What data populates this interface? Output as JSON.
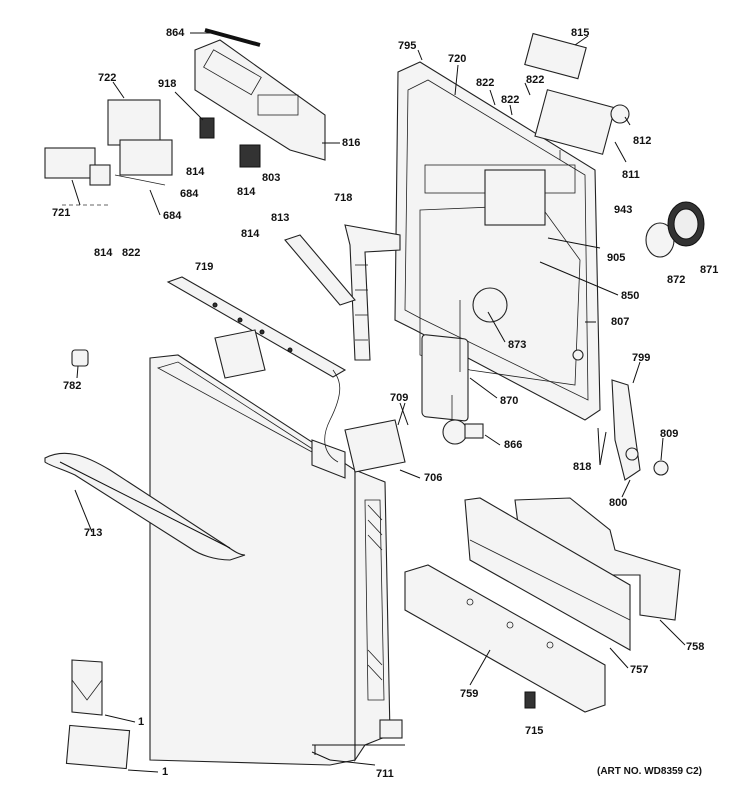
{
  "diagram": {
    "art_number": "(ART NO. WD8359 C2)",
    "labels": {
      "l864": "864",
      "l795": "795",
      "l815": "815",
      "l720": "720",
      "l722": "722",
      "l918": "918",
      "l822a": "822",
      "l822b": "822",
      "l822c": "822",
      "l812": "812",
      "l816": "816",
      "l814a": "814",
      "l803": "803",
      "l814b": "814",
      "l811": "811",
      "l684a": "684",
      "l684b": "684",
      "l721": "721",
      "l943": "943",
      "l718": "718",
      "l813": "813",
      "l814c": "814",
      "l814d": "814",
      "l822d": "822",
      "l905": "905",
      "l872": "872",
      "l871": "871",
      "l719": "719",
      "l850": "850",
      "l807": "807",
      "l873": "873",
      "l782": "782",
      "l799": "799",
      "l870": "870",
      "l709": "709",
      "l809": "809",
      "l866": "866",
      "l818": "818",
      "l706": "706",
      "l713": "713",
      "l800": "800",
      "l758": "758",
      "l757": "757",
      "l759": "759",
      "l1a": "1",
      "l1b": "1",
      "l715": "715",
      "l711": "711"
    }
  }
}
